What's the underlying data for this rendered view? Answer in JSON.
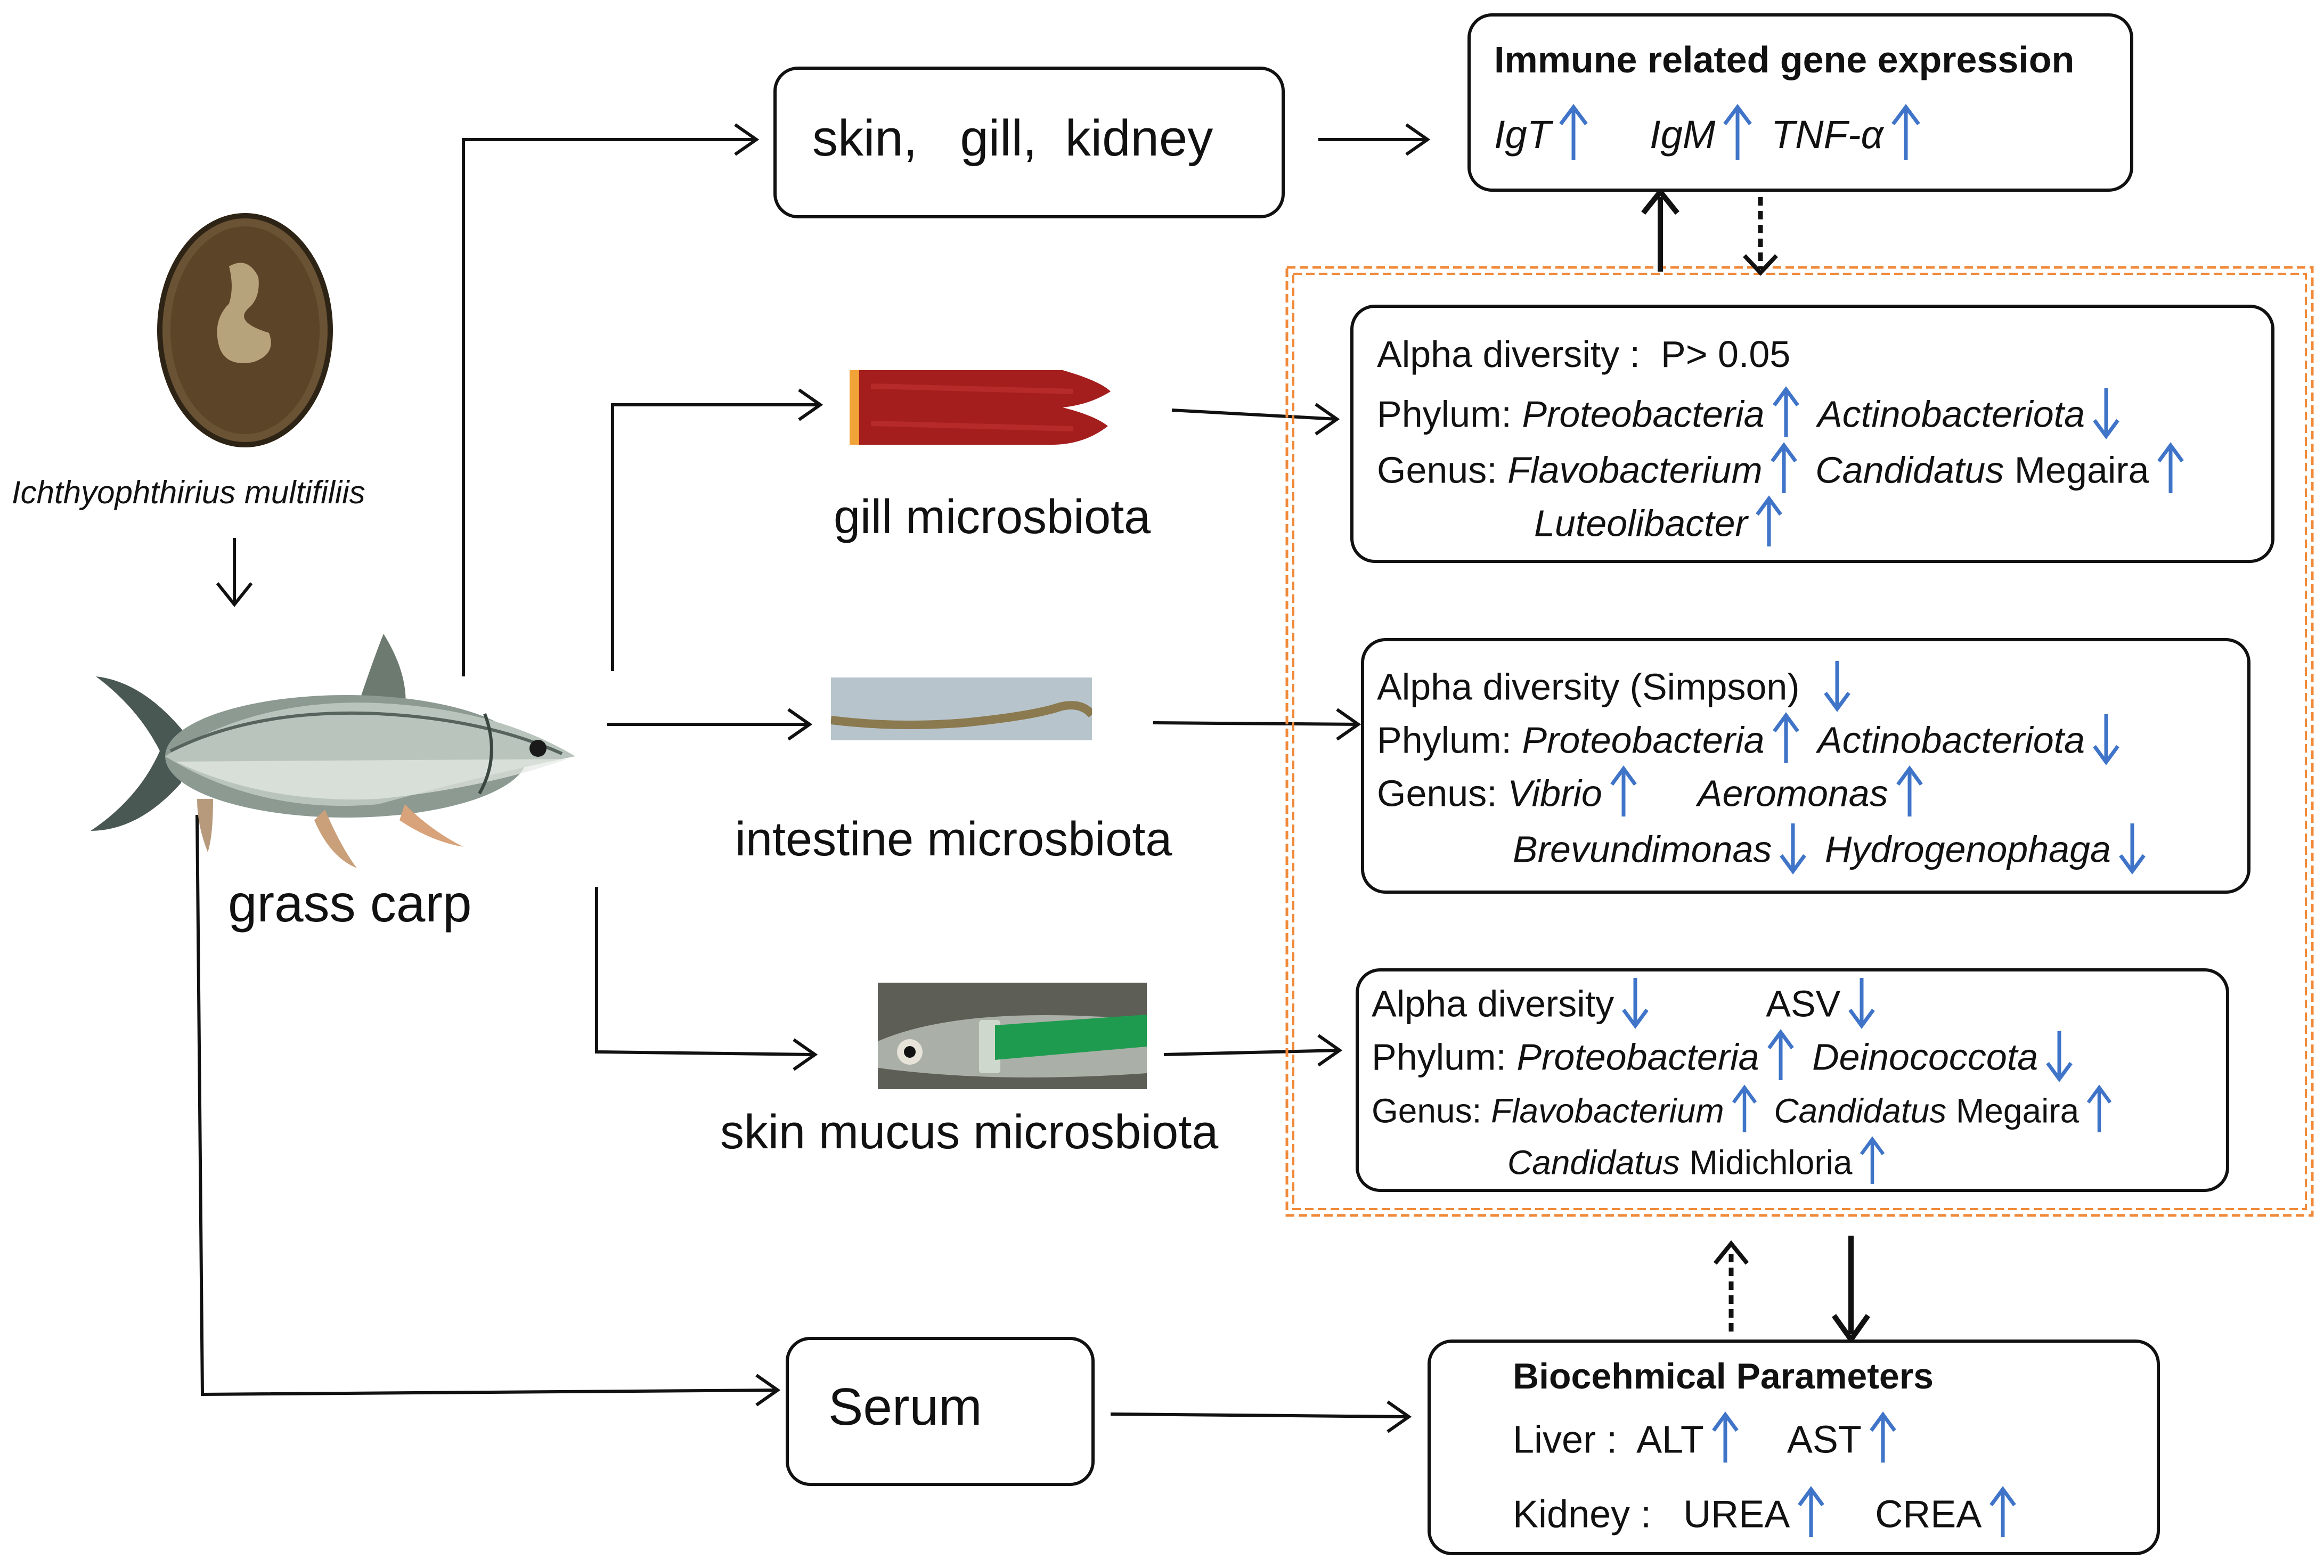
{
  "parasite": {
    "name": "Ichthyophthirius multifiliis"
  },
  "host": {
    "label": "grass carp"
  },
  "tissues": {
    "skin_gill_kidney": "skin,   gill,  kidney",
    "gill": "gill microsbiota",
    "intestine": "intestine microsbiota",
    "skin_mucus": "skin mucus microsbiota",
    "serum": "Serum"
  },
  "immune": {
    "title": "Immune related gene expression",
    "genes": [
      "IgT",
      "IgM",
      "TNF-α"
    ],
    "directions": [
      "up",
      "up",
      "up"
    ]
  },
  "gill_box": {
    "alpha": "Alpha diversity :  P> 0.05",
    "phylum_label": "Phylum:",
    "phylum": [
      "Proteobacteria",
      "Actinobacteriota"
    ],
    "phylum_dir": [
      "up",
      "down"
    ],
    "genus_label": "Genus:",
    "genus1": "Flavobacterium",
    "genus2_italic": "Candidatus",
    "genus2_rest": " Megaira",
    "genus3": "Luteolibacter",
    "genus_dir": [
      "up",
      "up",
      "up"
    ]
  },
  "intestine_box": {
    "alpha": "Alpha diversity (Simpson)",
    "alpha_dir": "down",
    "phylum_label": "Phylum:",
    "phylum": [
      "Proteobacteria",
      "Actinobacteriota"
    ],
    "phylum_dir": [
      "up",
      "down"
    ],
    "genus_label": "Genus:",
    "genus": [
      "Vibrio",
      "Aeromonas",
      "Brevundimonas",
      "Hydrogenophaga"
    ],
    "genus_dir": [
      "up",
      "up",
      "down",
      "down"
    ]
  },
  "skin_box": {
    "alpha": "Alpha diversity",
    "alpha_dir": "down",
    "asv": "ASV",
    "asv_dir": "down",
    "phylum_label": "Phylum:",
    "phylum": [
      "Proteobacteria",
      "Deinococcota"
    ],
    "phylum_dir": [
      "up",
      "down"
    ],
    "genus_label": "Genus:",
    "genus1": "Flavobacterium",
    "genus2_italic": "Candidatus",
    "genus2_rest": " Megaira",
    "genus3_italic": "Candidatus",
    "genus3_rest": " Midichloria",
    "genus_dir": [
      "up",
      "up",
      "up"
    ]
  },
  "biochem": {
    "title": "Biocehmical Parameters",
    "liver_label": "Liver : ",
    "liver": [
      "ALT",
      "AST"
    ],
    "liver_dir": [
      "up",
      "up"
    ],
    "kidney_label": "Kidney :  ",
    "kidney": [
      "UREA",
      "CREA"
    ],
    "kidney_dir": [
      "up",
      "up"
    ]
  },
  "colors": {
    "arrow_blue": "#3f74c8",
    "dashed_box": "#f08a3a",
    "line": "#111111"
  }
}
